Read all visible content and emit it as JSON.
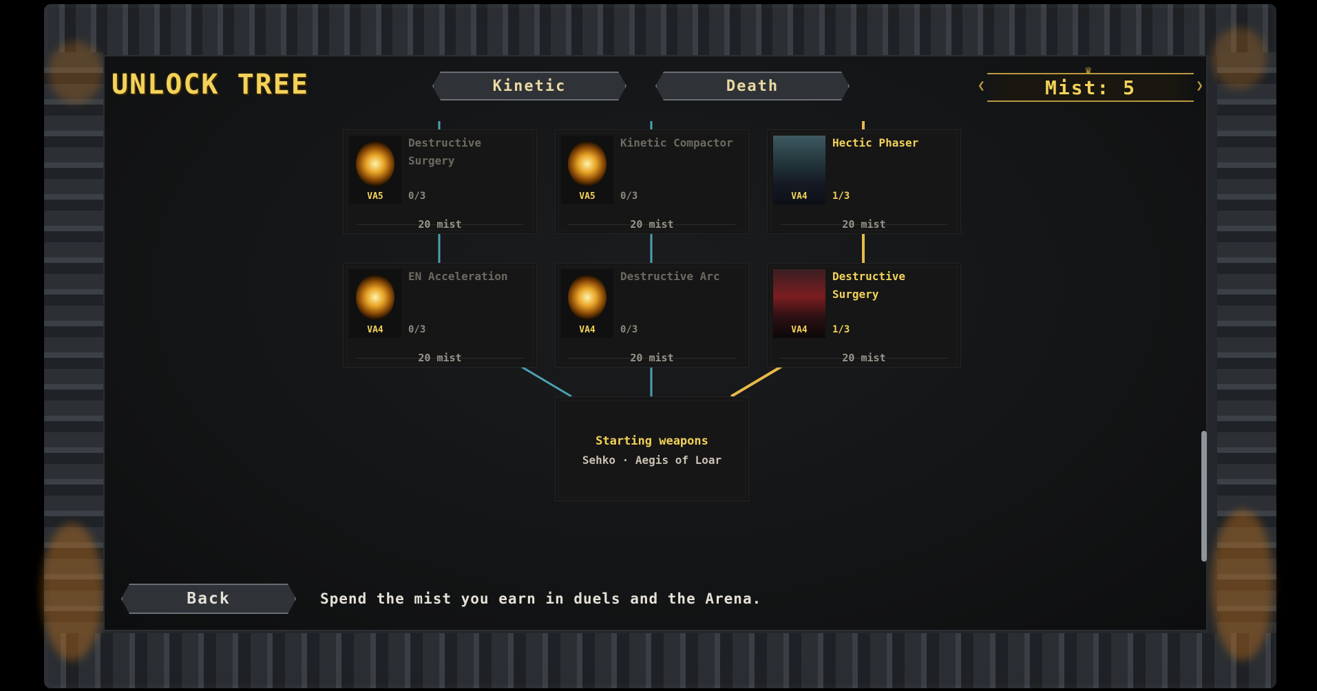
{
  "screen": {
    "title": "UNLOCK TREE",
    "mist_label": "Mist: 5"
  },
  "tabs": [
    {
      "label": "Kinetic"
    },
    {
      "label": "Death"
    }
  ],
  "columns": [
    {
      "line_color": "#4fa0b3",
      "cards": [
        {
          "name": "Destructive Surgery",
          "badge": "VA5",
          "progress": "0/3",
          "cost": "20 mist",
          "art": "orb-icon",
          "unlocked": false
        },
        {
          "name": "EN Acceleration",
          "badge": "VA4",
          "progress": "0/3",
          "cost": "20 mist",
          "art": "orb-icon",
          "unlocked": false
        }
      ]
    },
    {
      "line_color": "#4fa0b3",
      "cards": [
        {
          "name": "Kinetic Compactor",
          "badge": "VA5",
          "progress": "0/3",
          "cost": "20 mist",
          "art": "orb-icon",
          "unlocked": false
        },
        {
          "name": "Destructive Arc",
          "badge": "VA4",
          "progress": "0/3",
          "cost": "20 mist",
          "art": "orb-icon",
          "unlocked": false
        }
      ]
    },
    {
      "line_color": "#e8b84a",
      "cards": [
        {
          "name": "Hectic Phaser",
          "badge": "VA4",
          "progress": "1/3",
          "cost": "20 mist",
          "art": "mech-card-art",
          "unlocked": true
        },
        {
          "name": "Destructive Surgery",
          "badge": "VA4",
          "progress": "1/3",
          "cost": "20 mist",
          "art": "demon-card-art",
          "unlocked": true
        }
      ]
    }
  ],
  "root": {
    "title": "Starting weapons",
    "subtitle": "Sehko · Aegis of Loar"
  },
  "footer": {
    "back_label": "Back",
    "hint": "Spend the mist you earn in duels and the Arena."
  },
  "colors": {
    "accent_gold": "#f2d25a",
    "locked_line": "#4fa0b3",
    "unlocked_line": "#e8b84a"
  }
}
